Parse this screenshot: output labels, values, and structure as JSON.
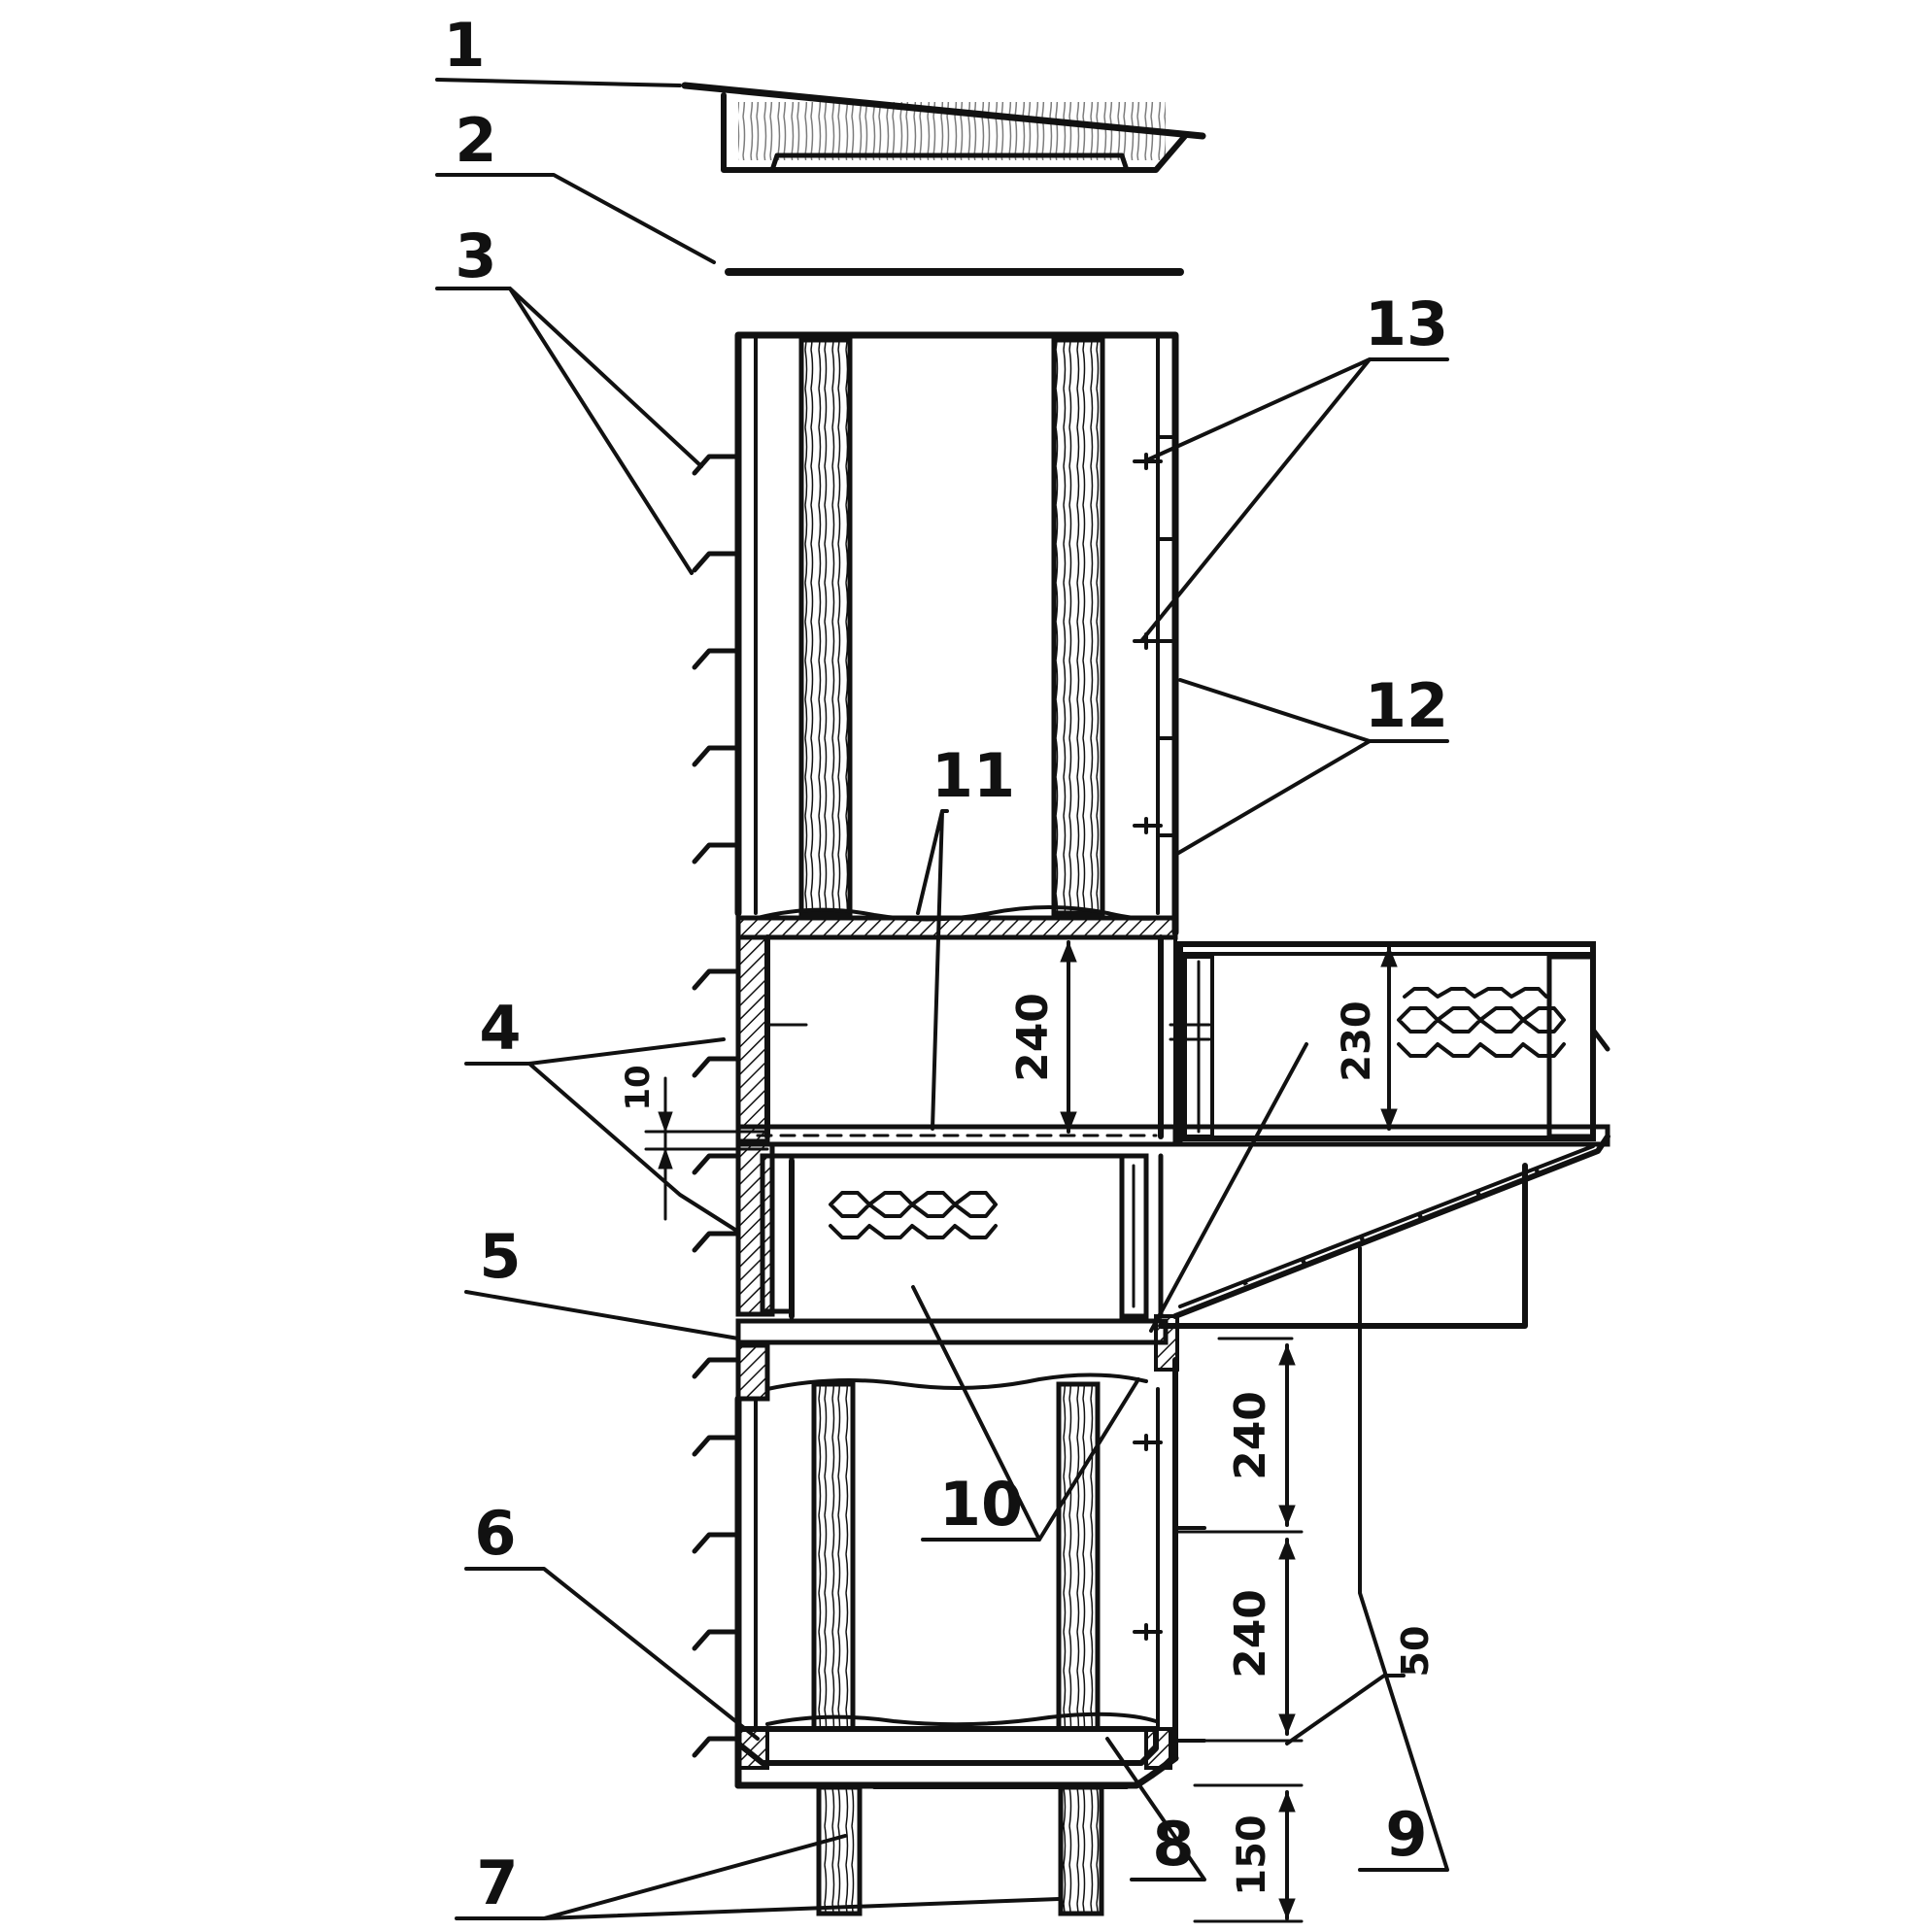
{
  "callouts": {
    "c1": "1",
    "c2": "2",
    "c3": "3",
    "c4": "4",
    "c5": "5",
    "c6": "6",
    "c7": "7",
    "c8": "8",
    "c9": "9",
    "c10": "10",
    "c11": "11",
    "c12": "12",
    "c13": "13"
  },
  "dimensions": {
    "upper_cage_height": "240",
    "side_box_height": "230",
    "gap": "10",
    "lower_cage_1_height": "240",
    "lower_cage_2_height": "240",
    "floor_offset": "50",
    "legs_height": "150"
  },
  "colors": {
    "ink": "#111111",
    "paper": "#ffffff"
  }
}
